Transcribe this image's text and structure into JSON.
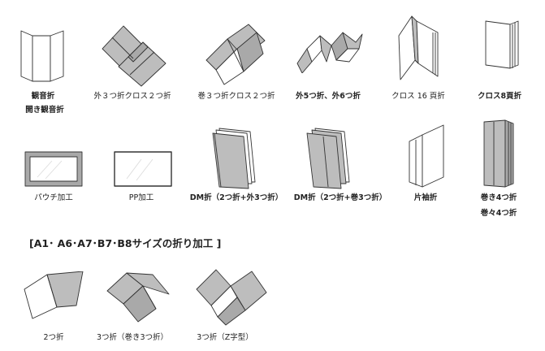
{
  "row1": [
    {
      "name": "観音折",
      "sub": "開き観音折"
    },
    {
      "name": "外３つ折クロス２つ折"
    },
    {
      "name": "巻３つ折クロス２つ折"
    },
    {
      "name": "外5つ折、外6つ折"
    },
    {
      "name": "クロス 16 頁折"
    },
    {
      "name": "クロス8頁折"
    }
  ],
  "row2": [
    {
      "name": "パウチ加工"
    },
    {
      "name": "PP加工"
    },
    {
      "name": "DM折（2つ折+外3つ折）"
    },
    {
      "name": "DM折（2つ折+巻3つ折）"
    },
    {
      "name": "片袖折"
    },
    {
      "name": "巻き4つ折",
      "sub": "巻々4つ折"
    }
  ],
  "section_title": "[A1･ A6･A7･B7･B8サイズの折り加工 ]",
  "row3": [
    {
      "name": "2つ折"
    },
    {
      "name": "3つ折（巻き3つ折）"
    },
    {
      "name": "3つ折（Z字型）"
    }
  ],
  "colors": {
    "fold_gray": "#bdbdbd",
    "fold_dark": "#a9a9a9",
    "outline": "#333333"
  }
}
